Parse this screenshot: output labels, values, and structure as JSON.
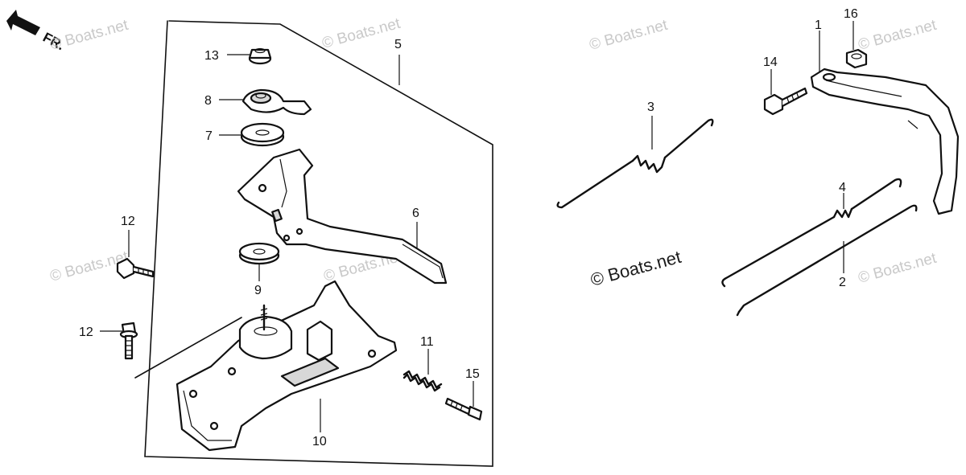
{
  "direction_label": "FR.",
  "watermarks": [
    {
      "text": "© Boats.net"
    },
    {
      "text": "© Boats.net"
    },
    {
      "text": "© Boats.net"
    },
    {
      "text": "© Boats.net"
    },
    {
      "text": "© Boats.net"
    },
    {
      "text": "© Boats.net"
    },
    {
      "text": "© Boats.net"
    },
    {
      "text": "© Boats.net"
    }
  ],
  "center_watermark": "© Boats.net",
  "callouts": {
    "c1": "1",
    "c2": "2",
    "c3": "3",
    "c4": "4",
    "c5": "5",
    "c6": "6",
    "c7": "7",
    "c8": "8",
    "c9": "9",
    "c10": "10",
    "c11": "11",
    "c12a": "12",
    "c12b": "12",
    "c13": "13",
    "c14": "14",
    "c15": "15",
    "c16": "16"
  }
}
